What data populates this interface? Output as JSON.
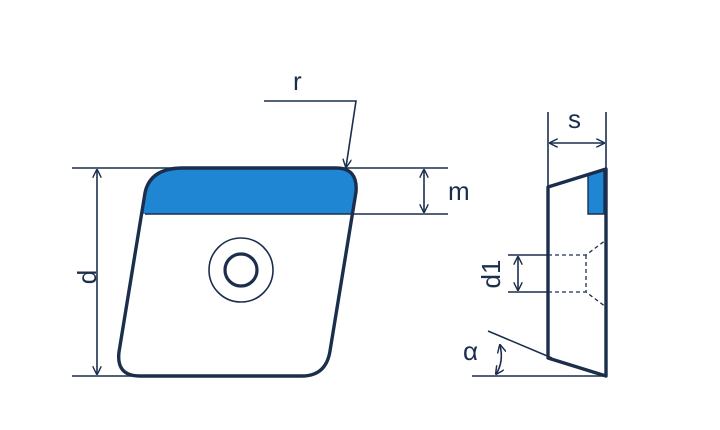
{
  "labels": {
    "r": "r",
    "m": "m",
    "d": "d",
    "s": "s",
    "d1": "d1",
    "alpha": "α"
  },
  "colors": {
    "line": "#1b2f4d",
    "blue_band": "#1f86d4",
    "blue_dark": "#1565b4",
    "background": "#ffffff"
  }
}
